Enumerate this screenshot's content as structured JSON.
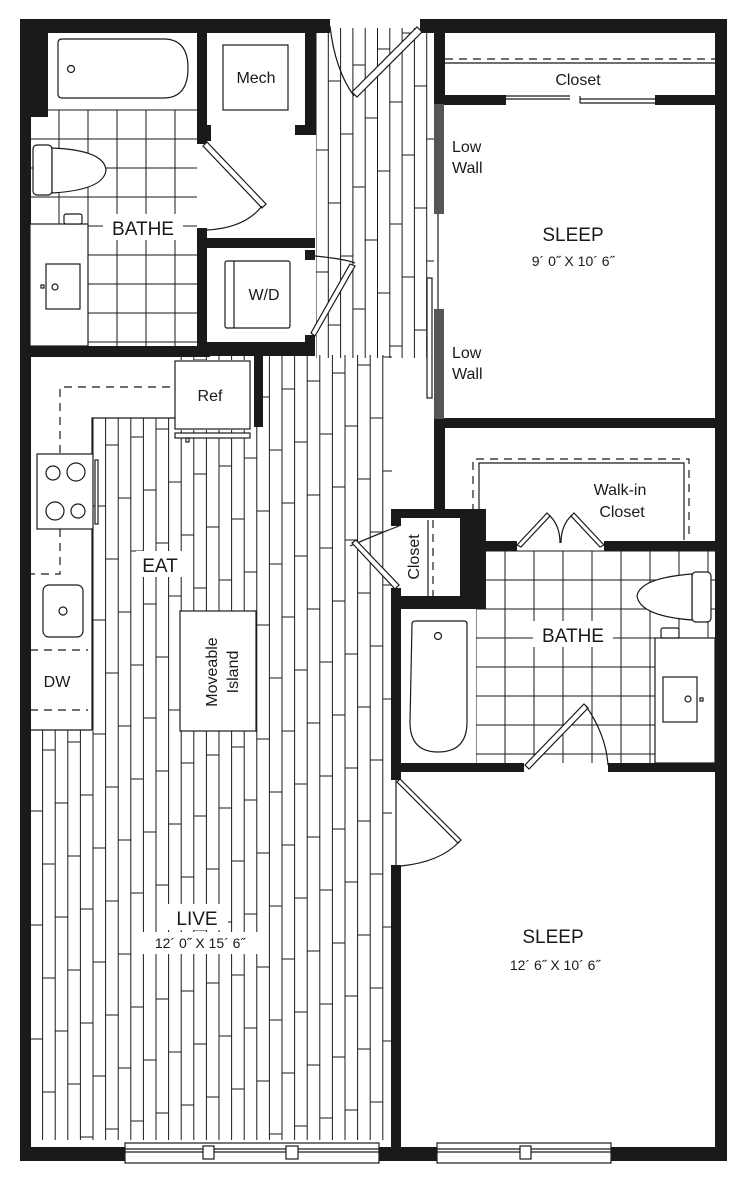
{
  "plan": {
    "colors": {
      "wall": "#1a1a1a",
      "low_wall": "#555555",
      "background": "#ffffff"
    },
    "rooms": {
      "bath1": {
        "label": "BATHE"
      },
      "mech": {
        "label": "Mech"
      },
      "wd": {
        "label": "W/D"
      },
      "ref": {
        "label": "Ref"
      },
      "eat": {
        "label": "EAT"
      },
      "dw": {
        "label": "DW"
      },
      "island": {
        "line1": "Moveable",
        "line2": "Island"
      },
      "live": {
        "label": "LIVE",
        "dims": "12´ 0˝ X 15´ 6˝"
      },
      "sleep1": {
        "label": "SLEEP",
        "dims": "9´ 0˝ X 10´ 6˝"
      },
      "sleep1_closet": {
        "label": "Closet"
      },
      "low_wall_top": {
        "line1": "Low",
        "line2": "Wall"
      },
      "low_wall_bottom": {
        "line1": "Low",
        "line2": "Wall"
      },
      "walkin": {
        "line1": "Walk-in",
        "line2": "Closet"
      },
      "hall_closet": {
        "label": "Closet"
      },
      "bath2": {
        "label": "BATHE"
      },
      "sleep2": {
        "label": "SLEEP",
        "dims": "12´ 6˝ X 10´ 6˝"
      }
    }
  }
}
